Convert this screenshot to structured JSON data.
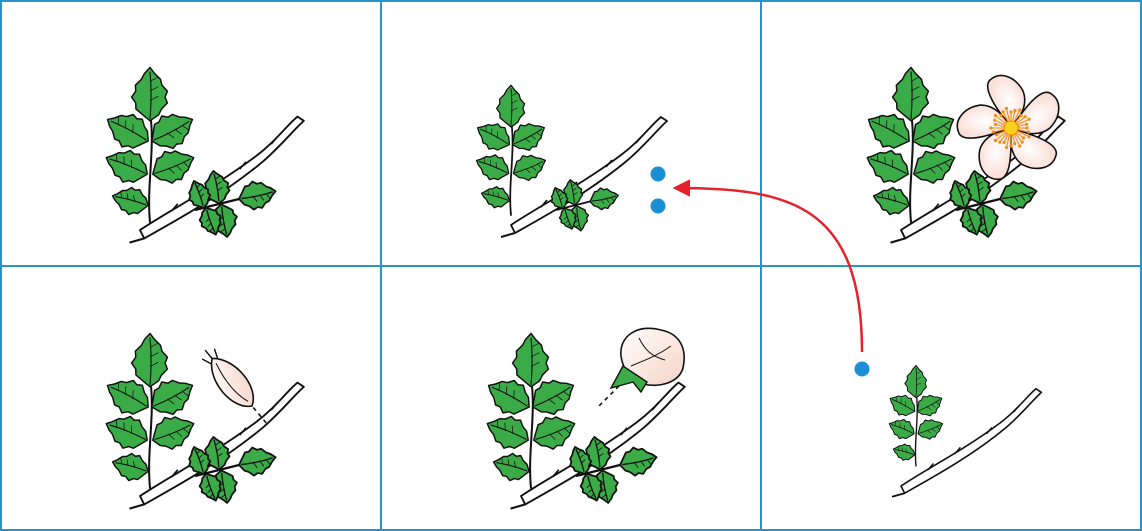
{
  "colors": {
    "grid": "#2a93c9",
    "leaf": "#3aab47",
    "outline": "#111111",
    "dot": "#1a8fd6",
    "arrow": "#e5212b",
    "petal": "#fde9e2",
    "bud": "#fbe6dc",
    "stamen": "#f28c16",
    "pistil": "#f7d21c"
  },
  "grid": {
    "rows": 2,
    "cols": 3
  },
  "panels": [
    {
      "id": "top-left",
      "stage": "leafy-branch",
      "dots": 0,
      "has_flower": false,
      "has_bud": false
    },
    {
      "id": "top-middle",
      "stage": "smaller-branch",
      "dots": 2,
      "has_flower": false,
      "has_bud": false
    },
    {
      "id": "top-right",
      "stage": "open-flower",
      "dots": 0,
      "has_flower": true,
      "has_bud": false
    },
    {
      "id": "bottom-left",
      "stage": "closed-bud",
      "dots": 0,
      "has_flower": false,
      "has_bud": true
    },
    {
      "id": "bottom-middle",
      "stage": "opening-bud",
      "dots": 0,
      "has_flower": false,
      "has_bud": true
    },
    {
      "id": "bottom-right",
      "stage": "young-shoot",
      "dots": 1,
      "has_flower": false,
      "has_bud": false
    }
  ],
  "arrow": {
    "from": "bottom-right",
    "to": "top-middle",
    "icon": "curved-arrow-icon"
  }
}
